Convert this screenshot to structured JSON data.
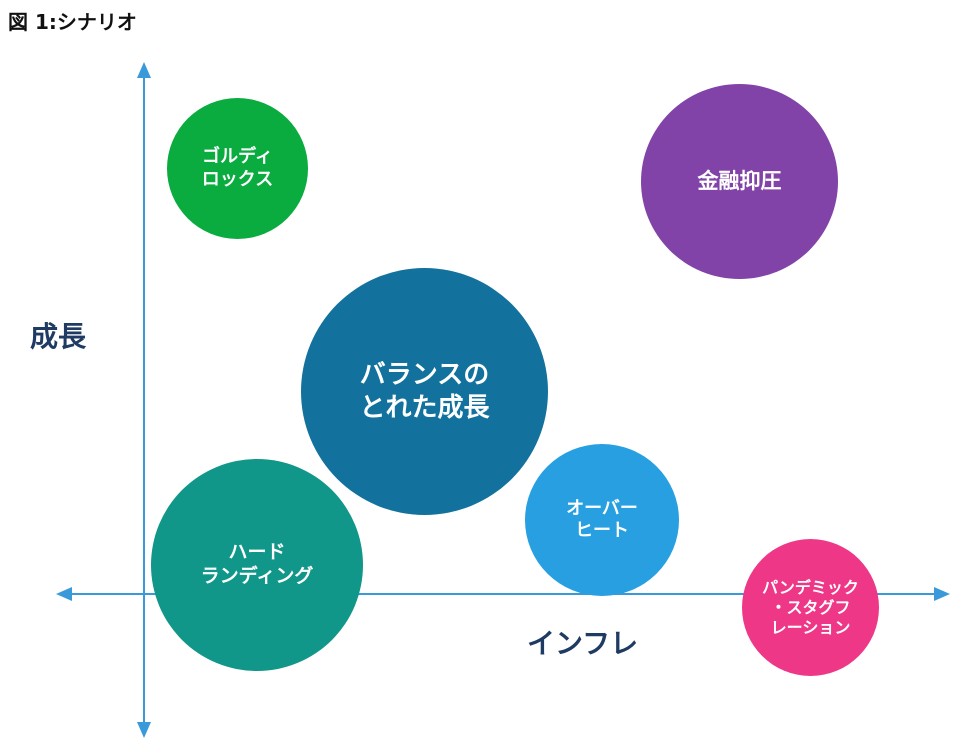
{
  "figure": {
    "title": "図 1:シナリオ"
  },
  "axes": {
    "y_label": "成長",
    "x_label": "インフレ",
    "axis_color": "#3a9ad9"
  },
  "bubbles": {
    "goldilocks": {
      "lines": [
        "ゴルディ",
        "ロックス"
      ],
      "color": "#0aab3f"
    },
    "restraint": {
      "lines": [
        "金融抑圧"
      ],
      "color": "#8143a8"
    },
    "balanced": {
      "lines": [
        "バランスの",
        "とれた成長"
      ],
      "color": "#13719e"
    },
    "overheat": {
      "lines": [
        "オーバー",
        "ヒート"
      ],
      "color": "#279fe0"
    },
    "hardland": {
      "lines": [
        "ハード",
        "ランディング"
      ],
      "color": "#11968a"
    },
    "stagflation": {
      "lines": [
        "パンデミック",
        "・スタグフ",
        "レーション"
      ],
      "color": "#ee3887"
    }
  }
}
